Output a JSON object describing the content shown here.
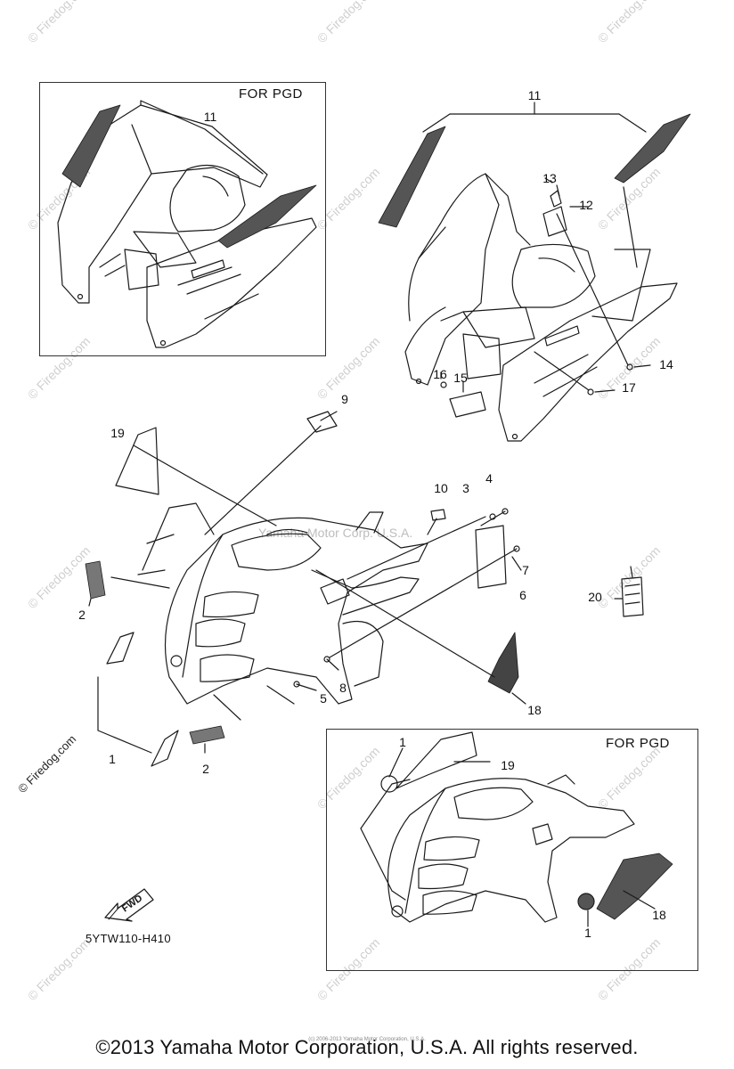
{
  "insets": [
    {
      "label": "FOR PGD"
    },
    {
      "label": "FOR PGD"
    }
  ],
  "callouts": {
    "c1": "1",
    "c2": "2",
    "c3": "3",
    "c4": "4",
    "c5": "5",
    "c6": "6",
    "c7": "7",
    "c8": "8",
    "c9": "9",
    "c10": "10",
    "c11": "11",
    "c12": "12",
    "c13": "13",
    "c14": "14",
    "c15": "15",
    "c16": "16",
    "c17": "17",
    "c18": "18",
    "c19": "19",
    "c20": "20"
  },
  "part_code": "5YTW110-H410",
  "fwd_label": "FWD",
  "copyright": "©2013 Yamaha Motor Corporation, U.S.A. All rights reserved.",
  "tiny_credit": "(c) 2006-2013 Yamaha Motor Corporation, U.S.A.",
  "watermark_text": "© Firedog.com",
  "center_watermark": "Yamaha Motor Corp. U.S.A.",
  "colors": {
    "line": "#1a1a1a",
    "watermark": "#cfcfcf",
    "background": "#ffffff"
  }
}
